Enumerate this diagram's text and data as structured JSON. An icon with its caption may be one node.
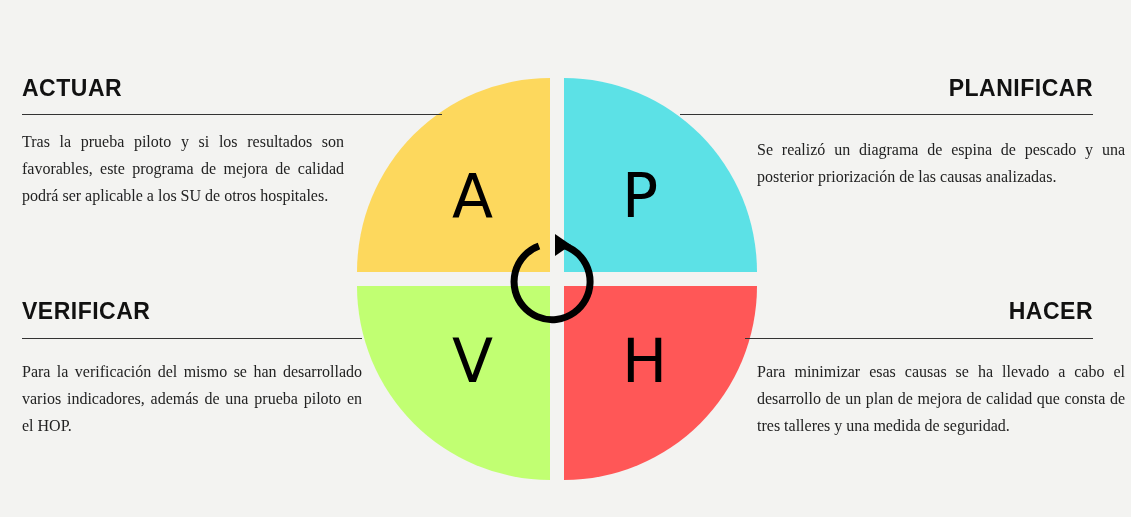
{
  "diagram": {
    "nodes": [
      {
        "text": [
          "A"
        ]
      },
      {
        "text": [
          "P"
        ]
      },
      {
        "text": [
          "V"
        ]
      },
      {
        "text": [
          "H"
        ]
      }
    ],
    "labels": [
      "ACTUAR",
      "Tras la prueba piloto y si los resultados son favorables, este programa de mejora de calidad podrá ser aplicable a los SU de otros hospitales.",
      "PLANIFICAR",
      "Se realizó un diagrama de espina de pescado y una posterior priorización de las causas analizadas.",
      "VERIFICAR",
      "Para la verificación del mismo se han desarrollado varios indicadores, además de una prueba piloto en el HOP.",
      "HACER",
      "Para minimizar esas causas se ha llevado a cabo el desarrollo de un plan de mejora de calidad que consta de tres talleres y una medida de seguridad."
    ]
  }
}
